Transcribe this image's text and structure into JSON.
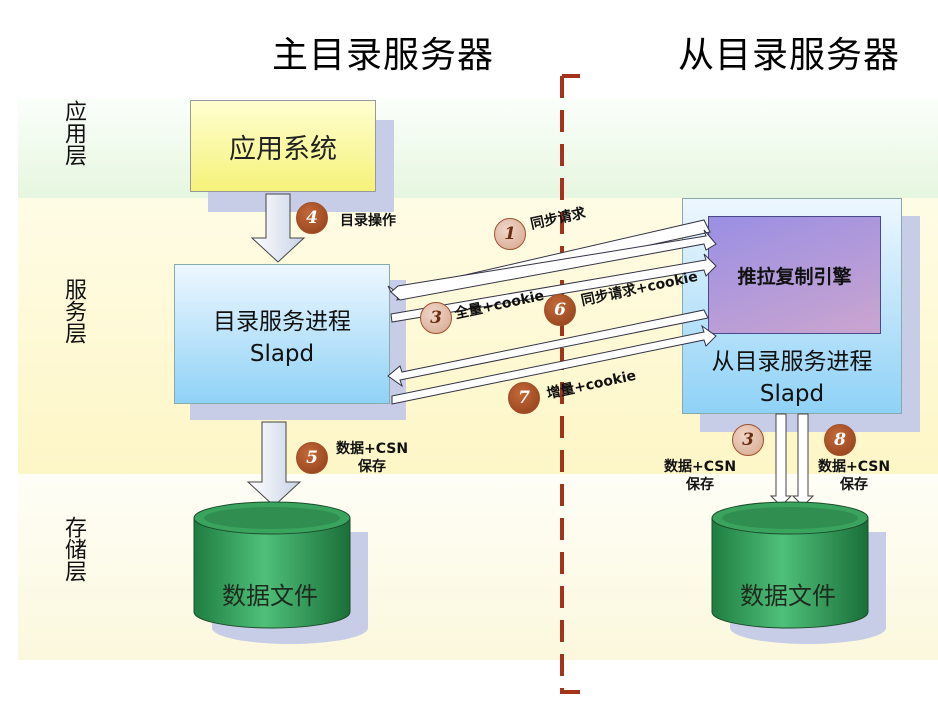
{
  "titles": {
    "master": "主目录服务器",
    "slave": "从目录服务器"
  },
  "layers": {
    "app": "应用层",
    "service": "服务层",
    "storage": "存储层"
  },
  "app_system": "应用系统",
  "master_process": {
    "line1": "目录服务进程",
    "line2": "Slapd"
  },
  "slave_process": {
    "line1": "从目录服务进程",
    "line2": "Slapd"
  },
  "engine": "推拉复制引擎",
  "master_storage": "数据文件",
  "slave_storage": "数据文件",
  "steps": [
    {
      "num": "1",
      "label": "同步请求"
    },
    {
      "num": "3",
      "label": "全量+cookie"
    },
    {
      "num": "4",
      "label": "目录操作"
    },
    {
      "num": "5",
      "label_line1": "数据+CSN",
      "label_line2": "保存"
    },
    {
      "num": "6",
      "label": "同步请求+cookie"
    },
    {
      "num": "7",
      "label": "增量+cookie"
    },
    {
      "num": "3",
      "label_line1": "数据+CSN",
      "label_line2": "保存"
    },
    {
      "num": "8",
      "label_line1": "数据+CSN",
      "label_line2": "保存"
    }
  ],
  "colors": {
    "divider": "#a3341a",
    "step_dark": "#a0461f",
    "step_light": "#e2b8a4",
    "cylinder": "#2e9a54"
  }
}
